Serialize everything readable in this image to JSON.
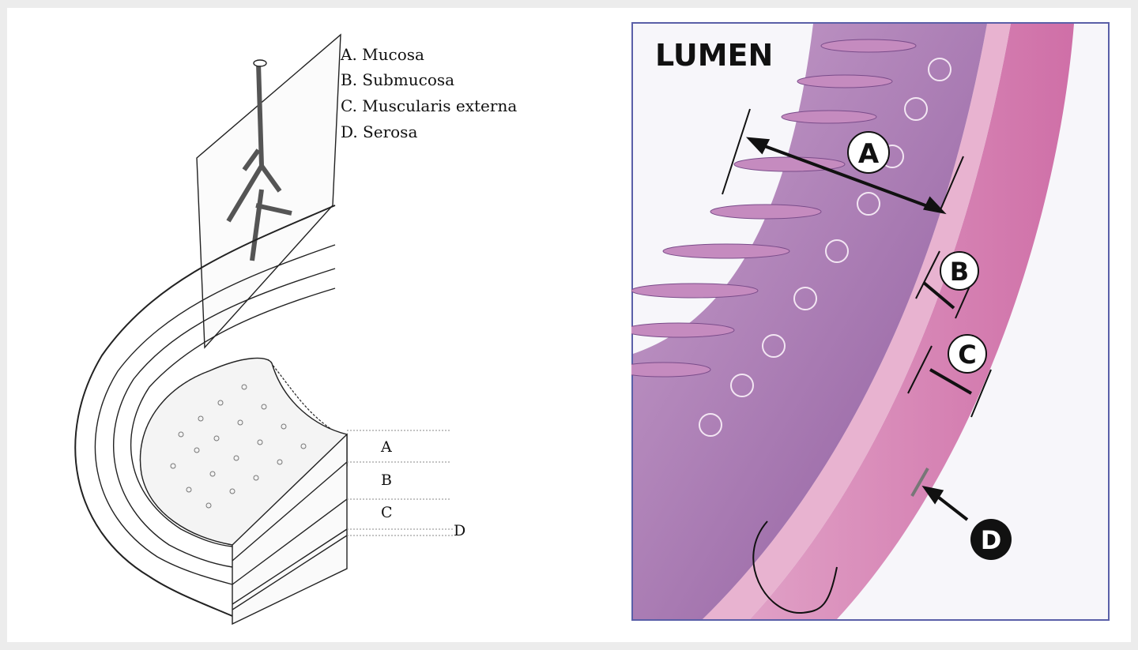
{
  "legend": {
    "items": [
      "A. Mucosa",
      "B. Submucosa",
      "C. Muscularis externa",
      "D. Serosa"
    ]
  },
  "diagram_layer_labels": [
    "A",
    "B",
    "C",
    "D"
  ],
  "micrograph": {
    "lumen_label": "LUMEN",
    "markers": [
      "A",
      "B",
      "C",
      "D"
    ]
  },
  "colors": {
    "page_bg": "#ececec",
    "tissue_pink": "#d98ab7",
    "mucosa_purple": "#a56aa9",
    "frame_blue": "#5a5fa8"
  }
}
